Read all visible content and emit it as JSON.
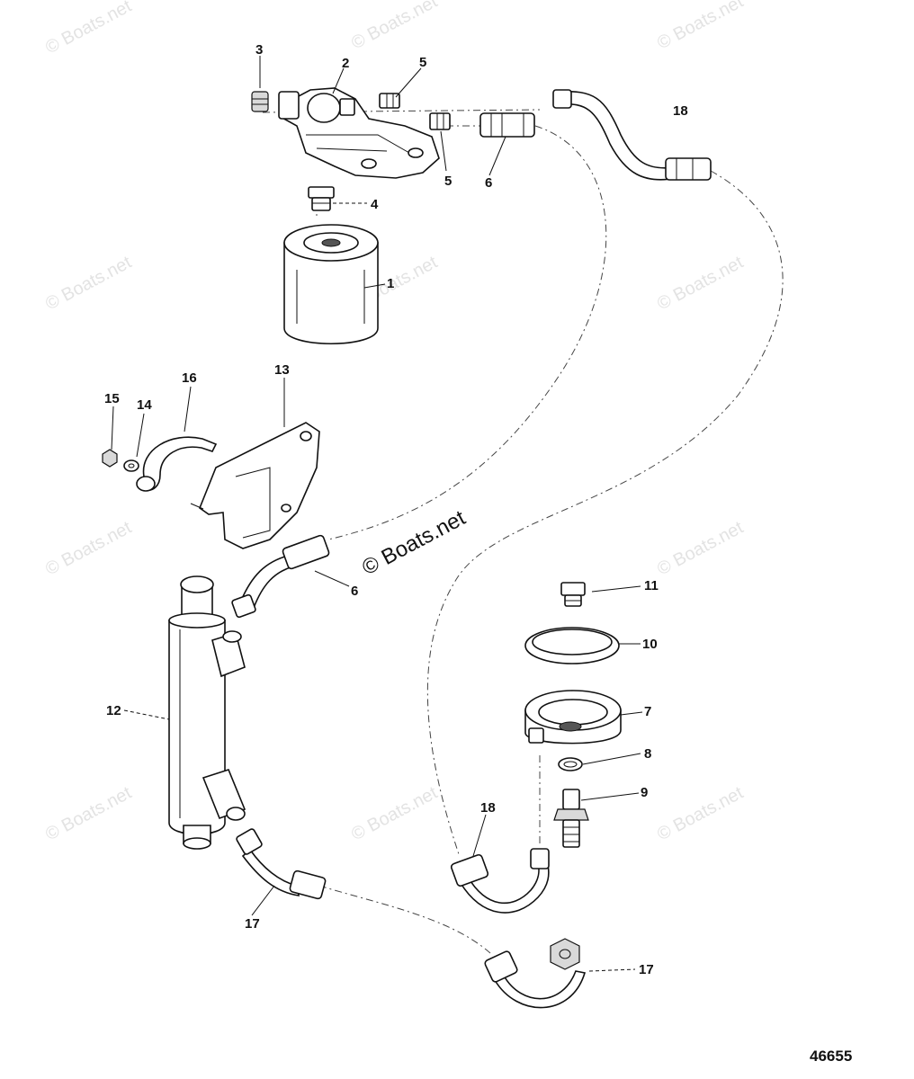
{
  "diagram_id": "46655",
  "watermarks": [
    "© Boats.net",
    "© Boats.net",
    "© Boats.net",
    "© Boats.net",
    "© Boats.net",
    "© Boats.net",
    "© Boats.net",
    "© Boats.net",
    "© Boats.net",
    "© Boats.net",
    "© Boats.net"
  ],
  "callouts": [
    "1",
    "2",
    "3",
    "4",
    "5",
    "5",
    "6",
    "6",
    "7",
    "8",
    "9",
    "10",
    "11",
    "12",
    "13",
    "14",
    "15",
    "16",
    "17",
    "17",
    "18",
    "18"
  ]
}
